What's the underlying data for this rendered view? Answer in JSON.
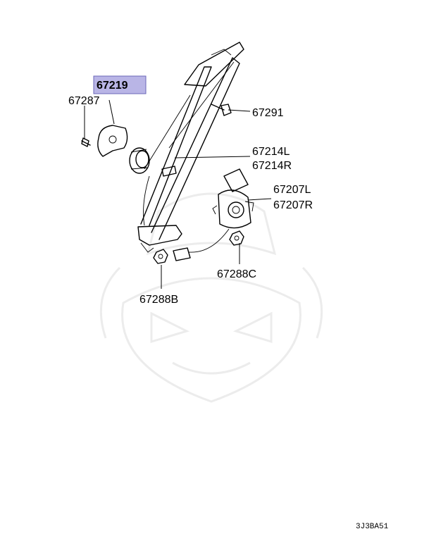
{
  "diagram": {
    "highlight_color": "#b9b5e6",
    "callouts": {
      "p67219": "67219",
      "p67287": "67287",
      "p67291": "67291",
      "p67214L": "67214L",
      "p67214R": "67214R",
      "p67207L": "67207L",
      "p67207R": "67207R",
      "p67288C": "67288C",
      "p67288B": "67288B"
    },
    "figure_code": "3J3BA51"
  }
}
